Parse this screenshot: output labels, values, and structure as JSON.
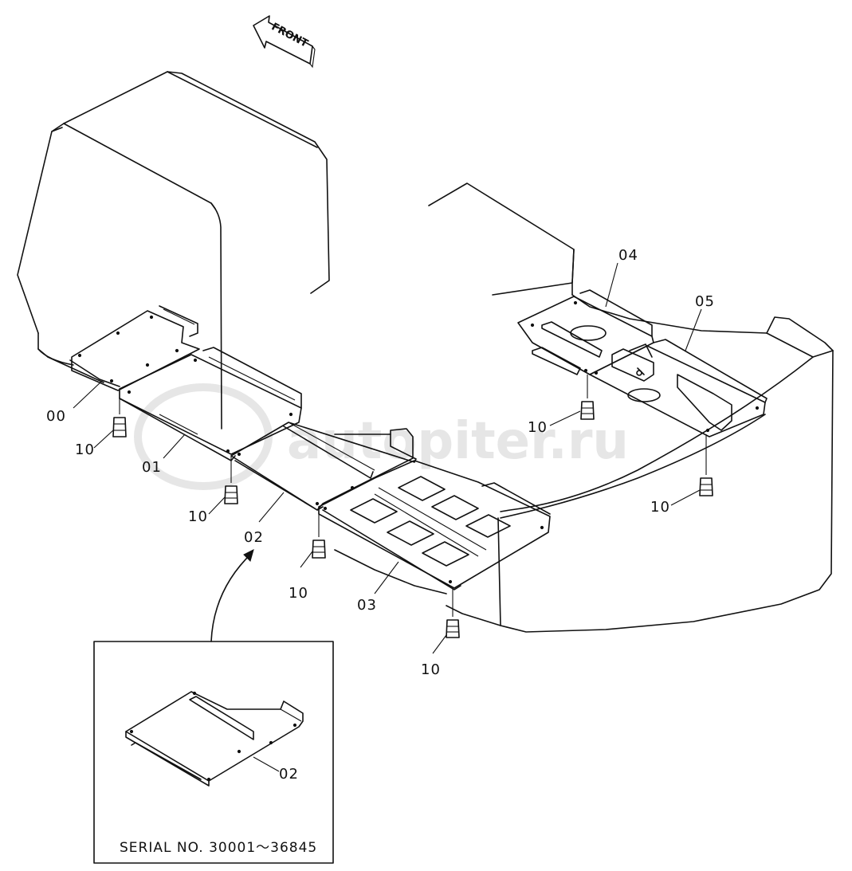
{
  "front_arrow": {
    "text": "FRONT"
  },
  "watermark": {
    "text": "autopiter.ru"
  },
  "part_labels": {
    "p00": "00",
    "p01": "01",
    "p02": "02",
    "p03": "03",
    "p04": "04",
    "p05": "05",
    "p10": "10"
  },
  "inset": {
    "part_label": "02",
    "serial": "SERIAL NO. 30001～36845"
  }
}
